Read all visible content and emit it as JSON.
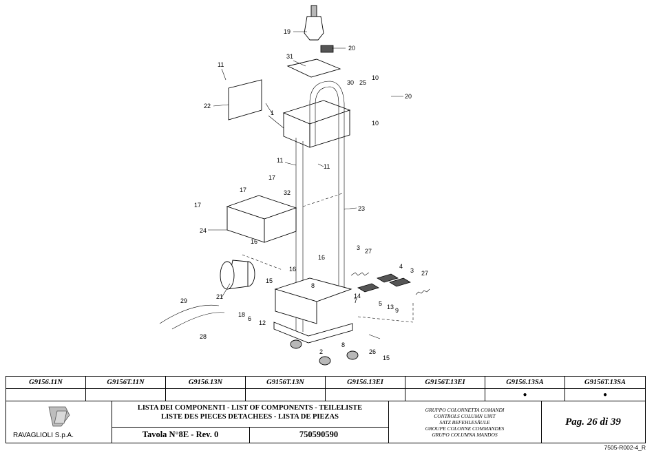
{
  "callouts": [
    "19",
    "20",
    "31",
    "11",
    "22",
    "1",
    "30",
    "25",
    "10",
    "20",
    "10",
    "11",
    "11",
    "17",
    "17",
    "32",
    "17",
    "24",
    "16",
    "23",
    "3",
    "27",
    "4",
    "3",
    "27",
    "16",
    "16",
    "15",
    "8",
    "14",
    "7",
    "5",
    "13",
    "9",
    "21",
    "18",
    "6",
    "12",
    "29",
    "28",
    "8",
    "2",
    "26",
    "15"
  ],
  "models": {
    "headers": [
      "G9156.11N",
      "G9156T.11N",
      "G9156.13N",
      "G9156T.13N",
      "G9156.13EI",
      "G9156T.13EI",
      "G9156.13SA",
      "G9156T.13SA"
    ],
    "marks": [
      "",
      "",
      "",
      "",
      "",
      "",
      "●",
      "●"
    ]
  },
  "title_block": {
    "company": "RAVAGLIOLI S.p.A.",
    "list_titles": [
      "LISTA DEI COMPONENTI - LIST OF COMPONENTS - TEILELISTE",
      "LISTE DES PIECES DETACHEES - LISTA DE PIEZAS"
    ],
    "table": "Tavola N°8E - Rev. 0",
    "drawing_number": "750590590",
    "group_names": [
      "GRUPPO COLONNETTA COMANDI",
      "CONTROLS COLUMN UNIT",
      "SATZ BEFEHLESÄULE",
      "GROUPE COLONNE COMMANDES",
      "GRUPO COLUMNA MANDOS"
    ],
    "page": "Pag. 26 di 39"
  },
  "doc_ref": "7505-R002-4_R"
}
